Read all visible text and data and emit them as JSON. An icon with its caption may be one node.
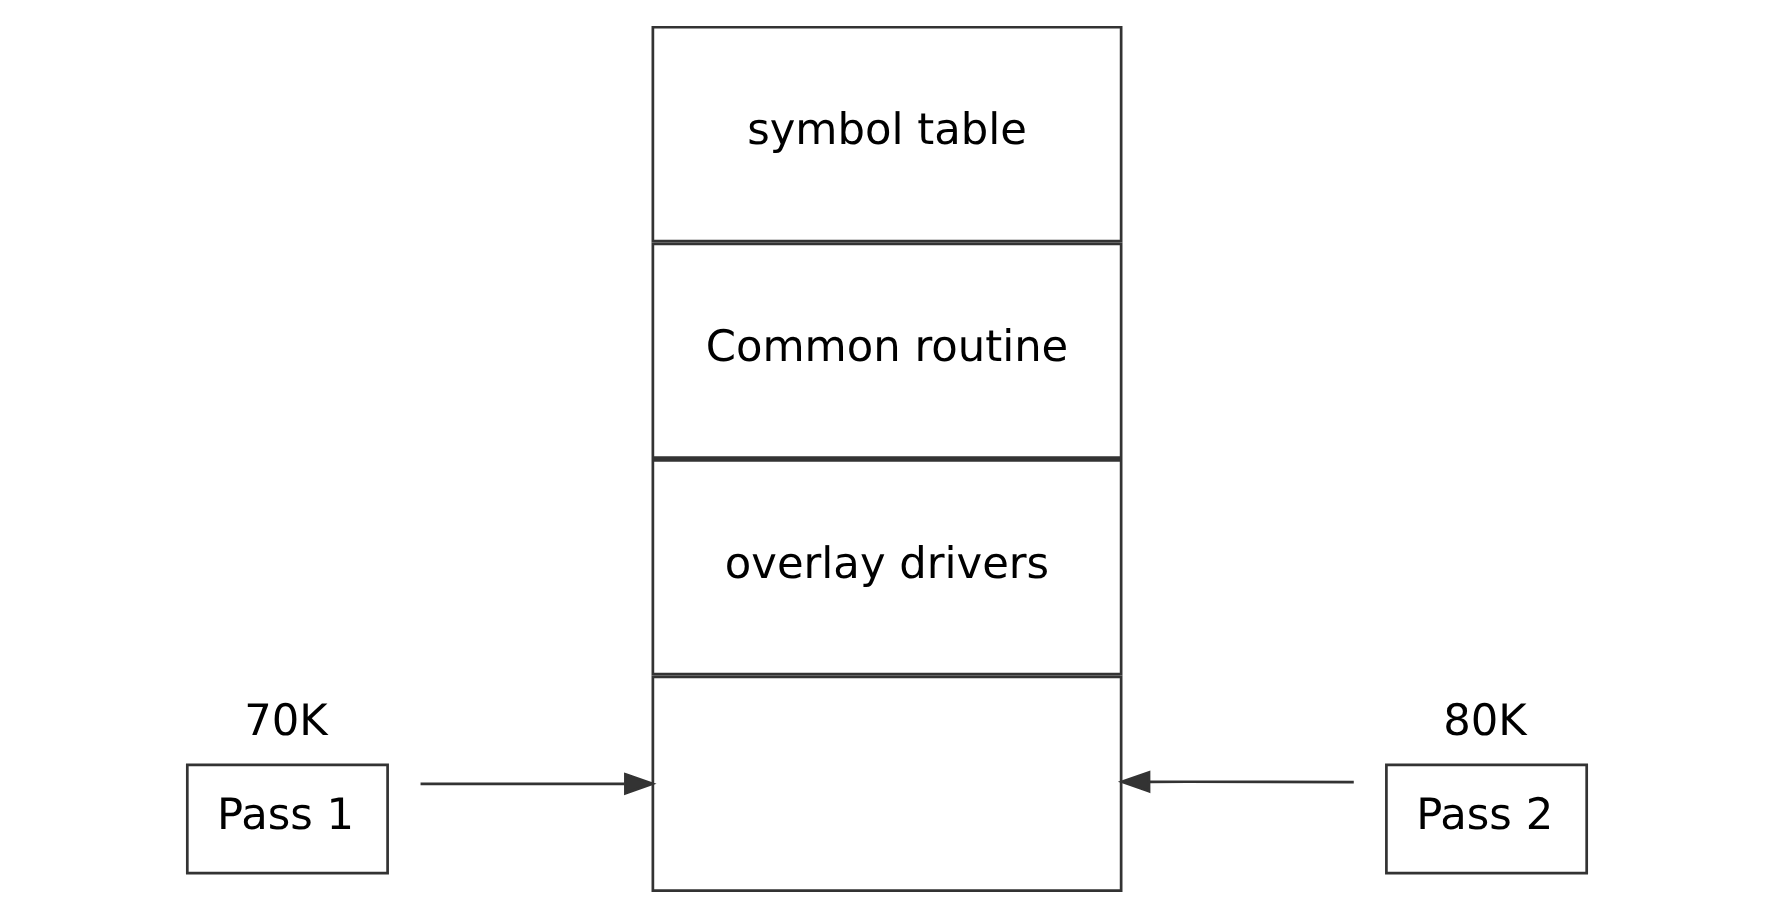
{
  "diagram": {
    "nodes": [
      {
        "text": [
          "symbol table"
        ]
      },
      {
        "text": [
          "Common routine"
        ]
      },
      {
        "text": [
          "overlay drivers"
        ]
      },
      {
        "text": [],
        "shape": "box"
      },
      {
        "text": [
          "Pass 1"
        ],
        "beside": [
          "70K"
        ]
      },
      {
        "text": [
          "Pass 2"
        ],
        "beside": [
          "80K"
        ]
      }
    ],
    "edges": [
      {
        "from": 4,
        "to": 3,
        "arrow": "to"
      },
      {
        "from": 5,
        "to": 3,
        "arrow": "to"
      }
    ]
  }
}
